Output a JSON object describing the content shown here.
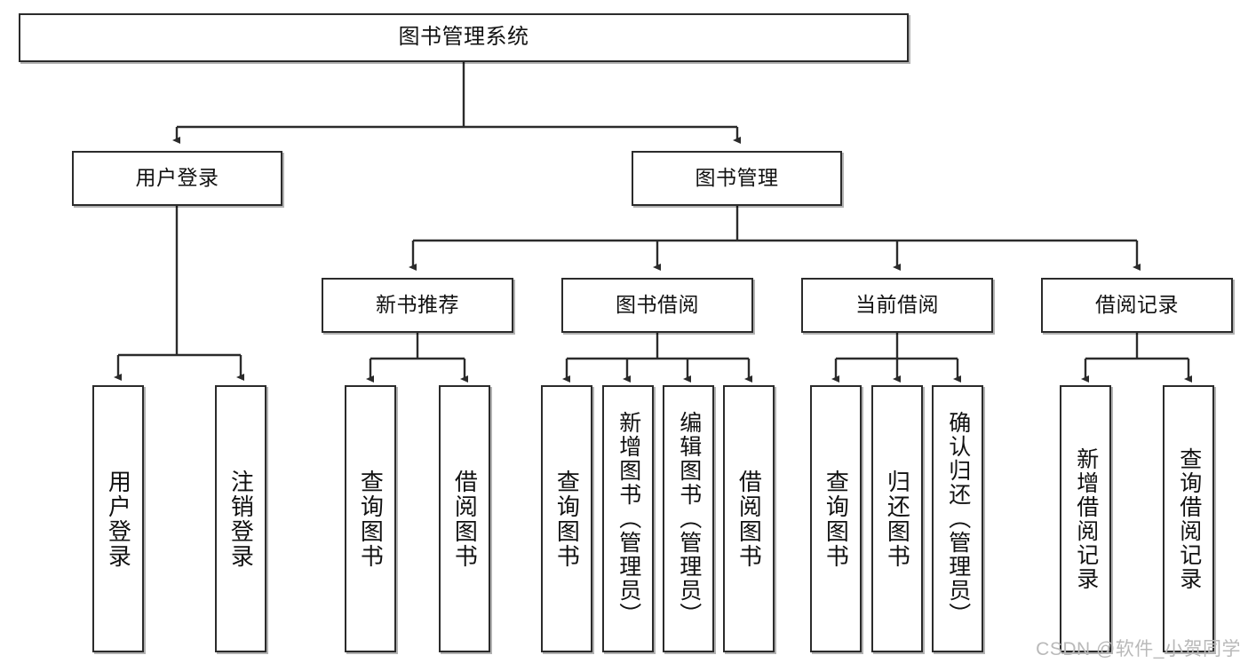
{
  "diagram": {
    "title": "图书管理系统",
    "type": "tree",
    "watermark": "CSDN @软件_小贺同学",
    "colors": {
      "border": "#2b2b2b",
      "background": "#ffffff",
      "text": "#111111",
      "watermark": "#b9b9b9"
    },
    "root": {
      "id": "root",
      "label": "图书管理系统"
    },
    "level2": [
      {
        "id": "user-login",
        "label": "用户登录"
      },
      {
        "id": "book-manage",
        "label": "图书管理"
      }
    ],
    "level3": [
      {
        "id": "new-book-rec",
        "label": "新书推荐",
        "parent": "book-manage"
      },
      {
        "id": "book-borrow",
        "label": "图书借阅",
        "parent": "book-manage"
      },
      {
        "id": "current-borrow",
        "label": "当前借阅",
        "parent": "book-manage"
      },
      {
        "id": "borrow-record",
        "label": "借阅记录",
        "parent": "book-manage"
      }
    ],
    "leaves": [
      {
        "id": "leaf-user-login",
        "label": "用户登录",
        "parent": "user-login"
      },
      {
        "id": "leaf-user-logout",
        "label": "注销登录",
        "parent": "user-login"
      },
      {
        "id": "leaf-query-book-1",
        "label": "查询图书",
        "parent": "new-book-rec"
      },
      {
        "id": "leaf-borrow-book-1",
        "label": "借阅图书",
        "parent": "new-book-rec"
      },
      {
        "id": "leaf-query-book-2",
        "label": "查询图书",
        "parent": "book-borrow"
      },
      {
        "id": "leaf-add-book",
        "label": "新增图书（管理员）",
        "parent": "book-borrow"
      },
      {
        "id": "leaf-edit-book",
        "label": "编辑图书（管理员）",
        "parent": "book-borrow"
      },
      {
        "id": "leaf-borrow-book-2",
        "label": "借阅图书",
        "parent": "book-borrow"
      },
      {
        "id": "leaf-query-book-3",
        "label": "查询图书",
        "parent": "current-borrow"
      },
      {
        "id": "leaf-return-book",
        "label": "归还图书",
        "parent": "current-borrow"
      },
      {
        "id": "leaf-confirm-return",
        "label": "确认归还（管理员）",
        "parent": "current-borrow"
      },
      {
        "id": "leaf-add-record",
        "label": "新增借阅记录",
        "parent": "borrow-record"
      },
      {
        "id": "leaf-query-record",
        "label": "查询借阅记录",
        "parent": "borrow-record"
      }
    ]
  }
}
